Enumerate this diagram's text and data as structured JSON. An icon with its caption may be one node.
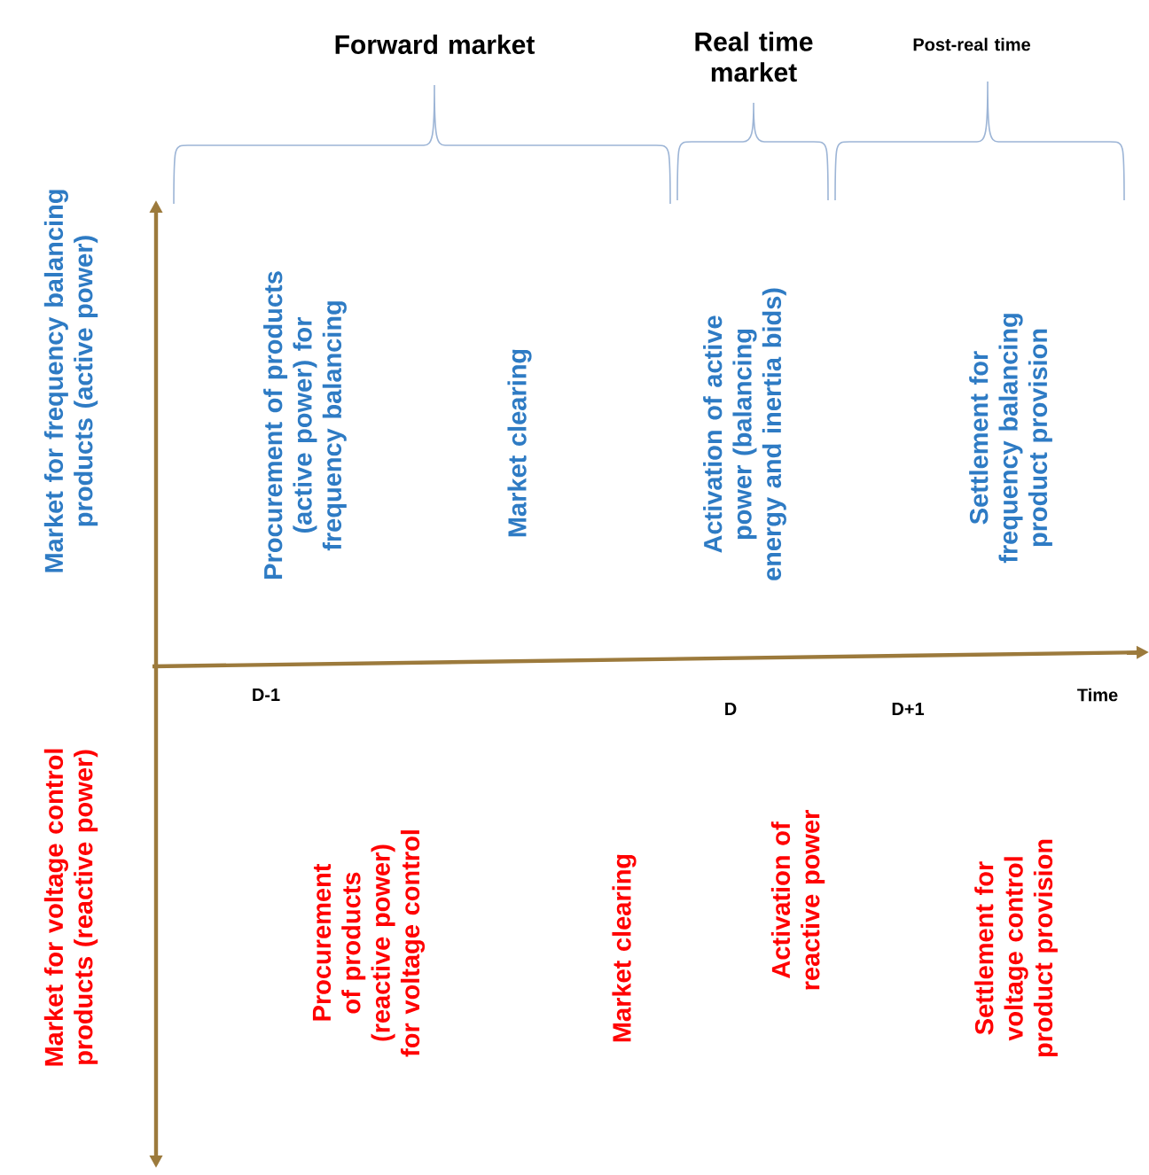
{
  "diagram": {
    "labels": [
      "Forward market",
      "Real time market",
      "Post-real time",
      "Market for frequency balancing products (active power)",
      "Procurement of products (active power) for frequency balancing",
      "Market clearing",
      "Activation of active power (balancing energy and inertia bids)",
      "Settlement for frequency balancing product provision",
      "D-1",
      "D",
      "D+1",
      "Time",
      "Market for voltage control products (reactive power)",
      "Procurement of products (reactive power) for voltage control",
      "Market clearing",
      "Activation of reactive power",
      "Settlement for voltage control product provision"
    ]
  }
}
